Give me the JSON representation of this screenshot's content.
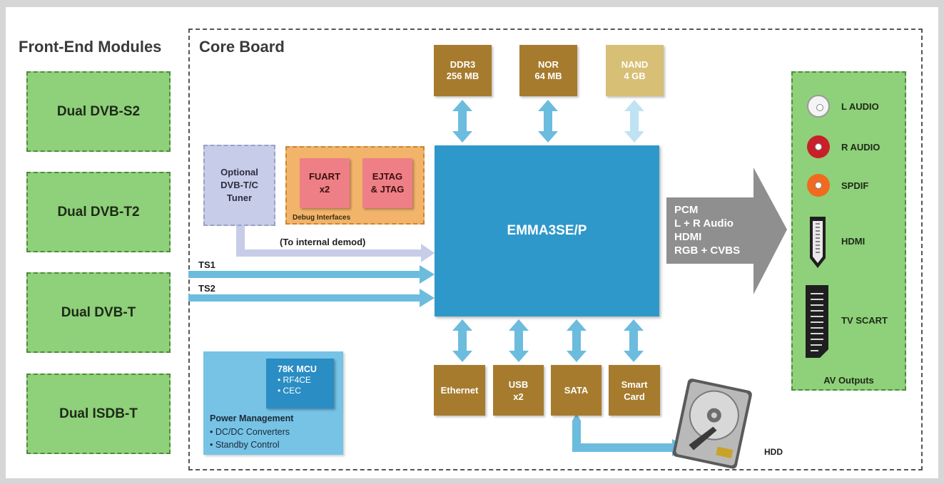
{
  "front_end": {
    "title": "Front-End Modules",
    "modules": [
      "Dual DVB-S2",
      "Dual DVB-T2",
      "Dual DVB-T",
      "Dual ISDB-T"
    ]
  },
  "core": {
    "title": "Core Board",
    "soc": "EMMA3SE/P",
    "memory": [
      {
        "name": "DDR3",
        "size": "256 MB"
      },
      {
        "name": "NOR",
        "size": "64 MB"
      },
      {
        "name": "NAND",
        "size": "4 GB"
      }
    ],
    "tuner": {
      "line1": "Optional",
      "line2": "DVB-T/C",
      "line3": "Tuner"
    },
    "debug": {
      "label": "Debug Interfaces",
      "chips": [
        {
          "line1": "FUART",
          "line2": "x2"
        },
        {
          "line1": "EJTAG",
          "line2": "& JTAG"
        }
      ]
    },
    "demod_label": "(To internal demod)",
    "ts": [
      "TS1",
      "TS2"
    ],
    "io": [
      {
        "line1": "Ethernet",
        "line2": ""
      },
      {
        "line1": "USB",
        "line2": "x2"
      },
      {
        "line1": "SATA",
        "line2": ""
      },
      {
        "line1": "Smart",
        "line2": "Card"
      }
    ],
    "hdd_label": "HDD",
    "power": {
      "mcu_title": "78K MCU",
      "mcu_items": [
        "• RF4CE",
        "• CEC"
      ],
      "title": "Power Management",
      "items": [
        "• DC/DC Converters",
        "• Standby Control"
      ]
    },
    "output_signals": [
      "PCM",
      "L + R Audio",
      "HDMI",
      "RGB + CVBS"
    ]
  },
  "av_outputs": {
    "title": "AV Outputs",
    "items": [
      "L AUDIO",
      "R AUDIO",
      "SPDIF",
      "HDMI",
      "TV SCART"
    ]
  },
  "colors": {
    "front_end_green": "#8fd07a",
    "soc_blue": "#2f98cb",
    "memory_brown": "#a67b2e",
    "arrow_blue": "#6cbcde"
  }
}
